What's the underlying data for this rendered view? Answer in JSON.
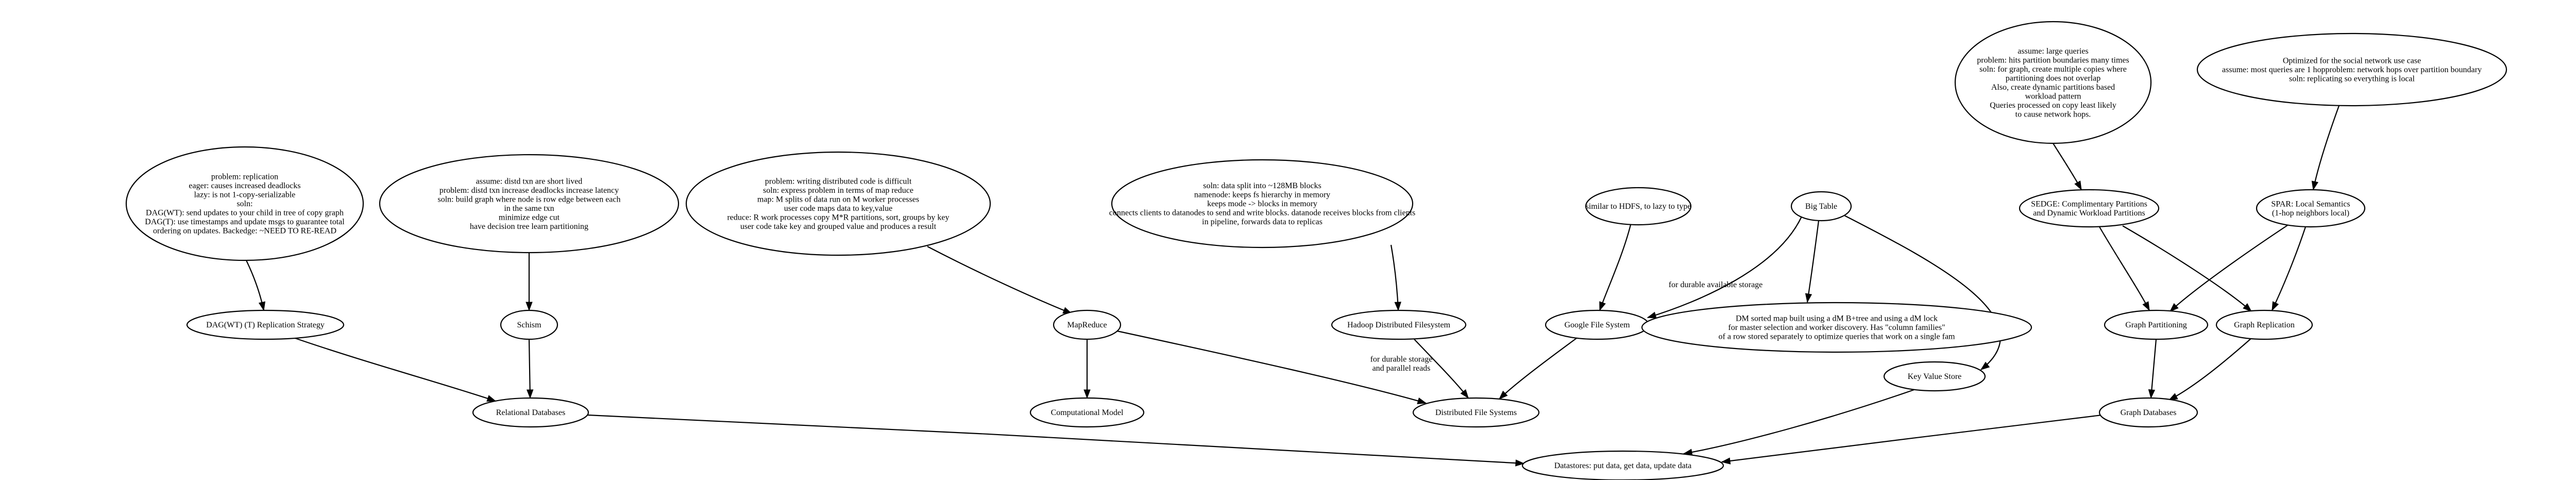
{
  "nodes": {
    "problem-replication": [
      "problem: replication",
      "eager:  causes increased deadlocks",
      "lazy: is not 1-copy-serializable",
      "soln:",
      "DAG(WT): send updates to your child in tree of copy graph",
      "DAG(T): use timestamps and update msgs to guarantee total",
      "ordering on updates. Backedge: ~NEED TO RE-READ"
    ],
    "schism-note": [
      "assume: distd txn are short lived",
      "problem: distd txn increase deadlocks increase latency",
      "soln: build graph where node is row edge between each",
      "in the same txn",
      "minimize edge cut",
      "have decision tree learn partitioning"
    ],
    "mapreduce-note": [
      "problem: writing distributed code is difficult",
      "soln: express problem in terms of map reduce",
      "map: M splits of data run on M worker processes",
      "user code maps data to key,value",
      "reduce: R work processes copy M*R partitions, sort, groups by key",
      "user code take key and grouped value and produces a result"
    ],
    "hdfs-note": [
      "soln: data split into ~128MB blocks",
      "namenode: keeps fs hierarchy in memory",
      "keeps mode -> blocks in memory",
      "connects clients to datanodes to send and write blocks. datanode receives blocks from clients",
      "in pipeline, forwards data to replicas"
    ],
    "gfs-note": [
      "similar to HDFS, to lazy to type"
    ],
    "bigtable": [
      "Big Table"
    ],
    "sedge-note": [
      "assume: large queries",
      "problem: hits partition boundaries many times",
      "soln: for graph, create multiple copies where",
      "partitioning does not overlap",
      "Also, create dynamic partitions based",
      "workload pattern",
      "Queries processed on copy least likely",
      "to cause network hops."
    ],
    "spar-note": [
      "Optimized for the social network use case",
      "assume: most queries are 1 hopproblem: network hops over partition boundary",
      "soln:  replicating so everything is local"
    ],
    "sedge": [
      "SEDGE: Complimentary Partitions",
      "and Dynamic Workload Partitions"
    ],
    "spar": [
      "SPAR: Local Semantics",
      "(1-hop neighbors local)"
    ],
    "dag-strategy": [
      "DAG(WT) (T) Replication Strategy"
    ],
    "schism": [
      "Schism"
    ],
    "mapreduce": [
      "MapReduce"
    ],
    "hadoop-fs": [
      "Hadoop Distributed Filesystem"
    ],
    "gfs": [
      "Google File System"
    ],
    "bigtable-note": [
      "DM sorted map built using a dM B+tree and using a dM lock",
      "for master selection and worker discovery. Has \"column families\"",
      "of a row stored separately to optimize queries that work on a single fam"
    ],
    "graph-partitioning": [
      "Graph Partitioning"
    ],
    "graph-replication": [
      "Graph Replication"
    ],
    "key-value-store": [
      "Key Value Store"
    ],
    "relational-databases": [
      "Relational Databases"
    ],
    "computational-model": [
      "Computational Model"
    ],
    "distributed-file-systems": [
      "Distributed File Systems"
    ],
    "graph-databases": [
      "Graph Databases"
    ],
    "datastores": [
      "Datastores: put data, get data, update data"
    ]
  },
  "edge_labels": {
    "mapreduce-to-dfs": [
      "for durable storage",
      "and parallel reads"
    ],
    "bigtable-to-gfs": [
      "for durable available storage"
    ]
  }
}
